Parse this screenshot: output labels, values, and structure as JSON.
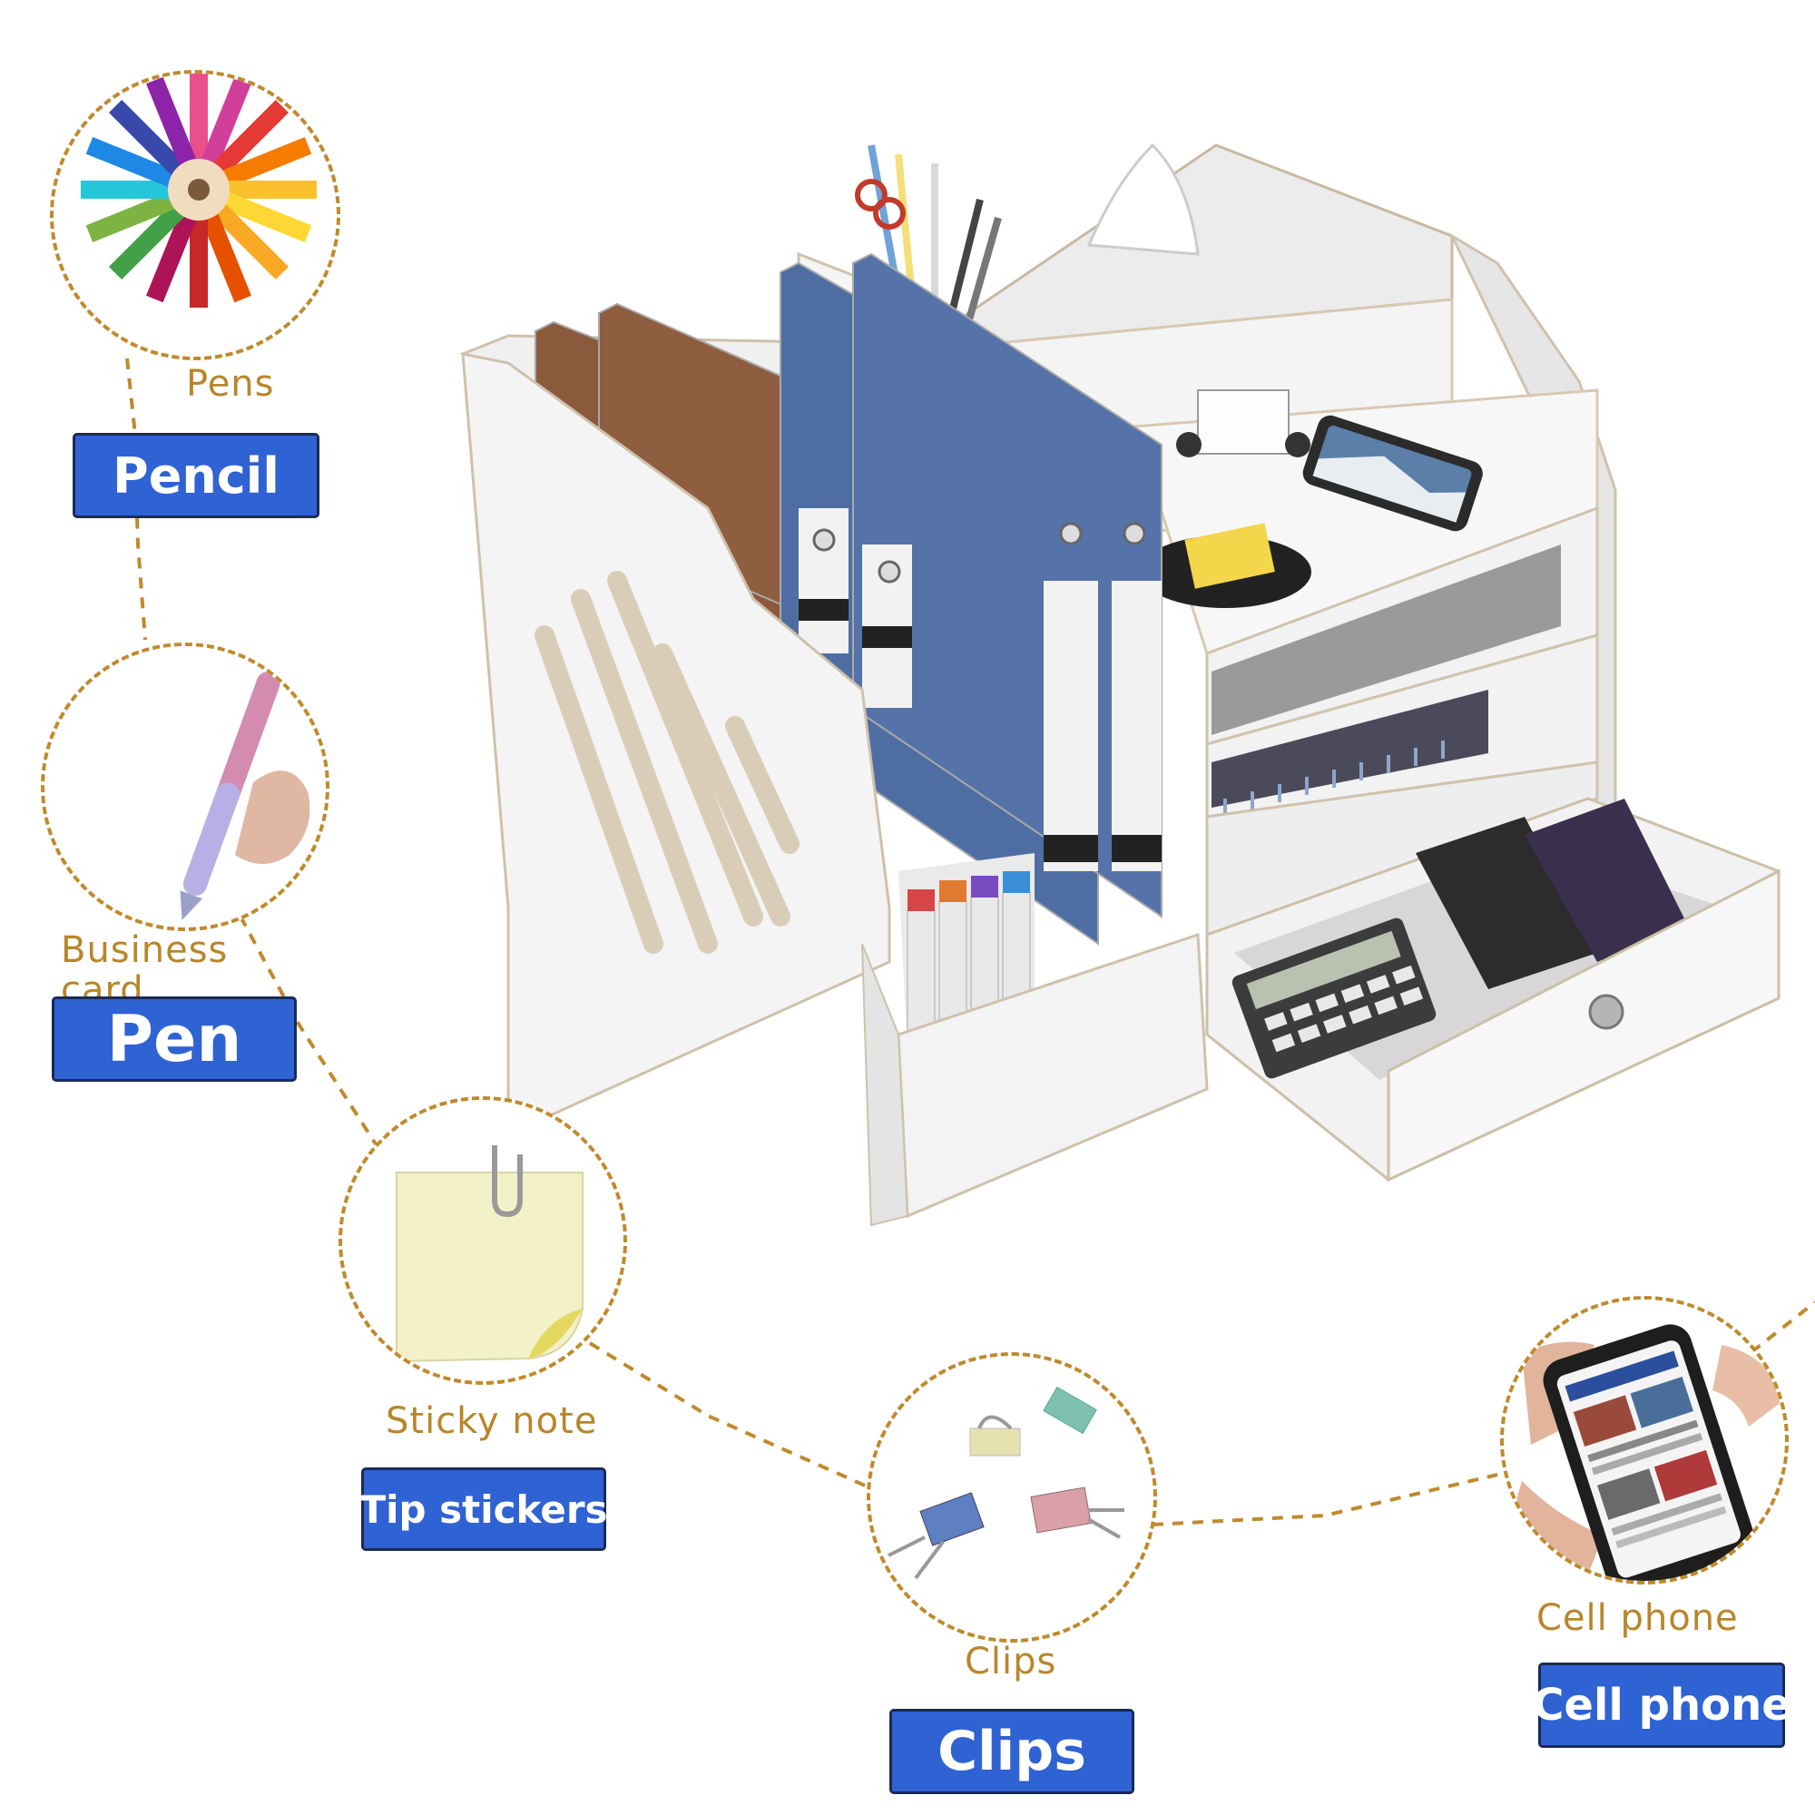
{
  "labels": {
    "pens": "Pens",
    "business_card": "Business card",
    "sticky_note": "Sticky note",
    "clips": "Clips",
    "cell_phone": "Cell phone"
  },
  "buttons": {
    "pencil": "Pencil",
    "pen": "Pen",
    "tip_stickers": "Tip stickers",
    "clips": "Clips",
    "cell_phone": "Cell phone"
  },
  "colors": {
    "button_blue": "#2f62d3",
    "label_gold": "#b8862a",
    "dashed_line": "#c08a2c"
  },
  "icons": [
    "colored-pencils-icon",
    "pen-icon",
    "sticky-note-icon",
    "binder-clips-icon",
    "phone-in-hand-icon",
    "desk-organizer-icon"
  ]
}
